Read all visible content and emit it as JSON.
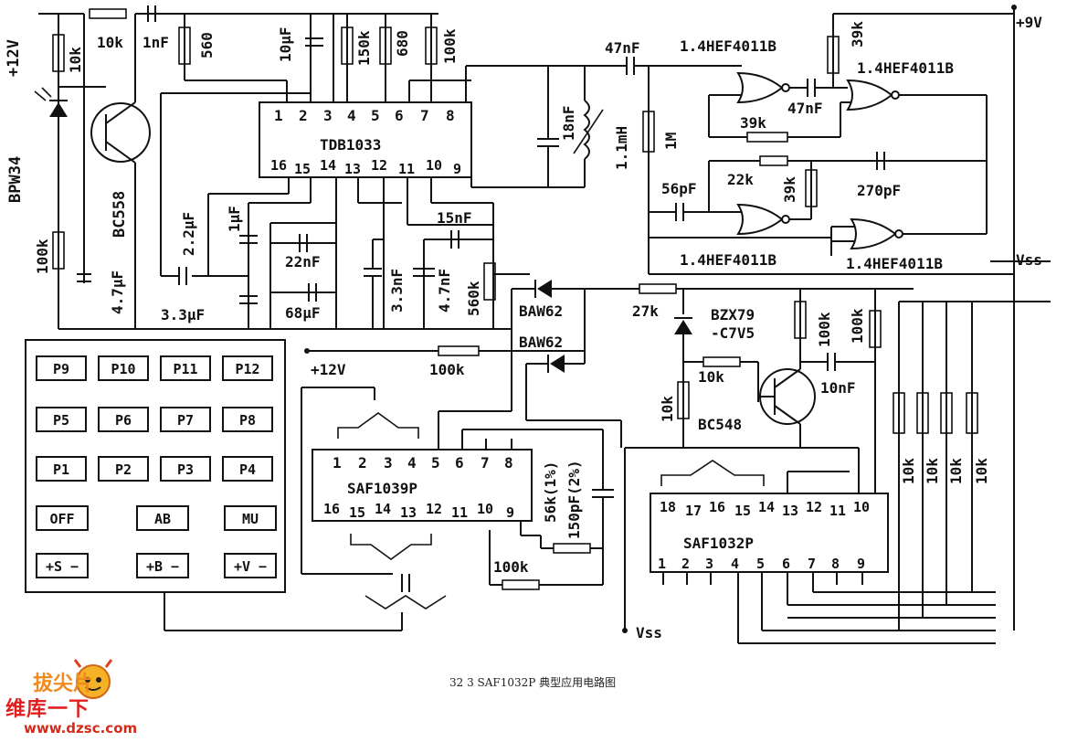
{
  "chips": {
    "tdb": "TDB1033",
    "saf1039": "SAF1039P",
    "saf1032": "SAF1032P",
    "hef": "1.4HEF4011B"
  },
  "transistors": {
    "bc558": "BC558",
    "bc548": "BC548",
    "bpw34": "BPW34"
  },
  "diodes": {
    "baw62": "BAW62",
    "bzx": "BZX79",
    "bzx2": "-C7V5"
  },
  "components": {
    "r10k": "10k",
    "r560": "560",
    "c1nF": "1nF",
    "c10uF": "10μF",
    "r150k": "150k",
    "r680": "680",
    "r100k": "100k",
    "c47nF": "47nF",
    "r1M": "1M",
    "l11mH": "1.1mH",
    "c18nF": "18nF",
    "c56pF": "56pF",
    "r22k": "22k",
    "r39k": "39k",
    "c270pF": "270pF",
    "c22nF": "22nF",
    "c68uF": "68μF",
    "c33nF": "3.3nF",
    "c47nF2": "4.7nF",
    "c15nF": "15nF",
    "r560k": "560k",
    "c22uF": "2.2μF",
    "c1uF": "1μF",
    "c33uF": "3.3μF",
    "c47uF": "4.7μF",
    "r27k": "27k",
    "c10nF": "10nF",
    "r56k": "56k(1%)",
    "c150pF": "150pF(2%)"
  },
  "rails": {
    "p12v": "+12V",
    "p9v": "+9V",
    "vss": "Vss"
  },
  "pins": {
    "top8": [
      "1",
      "2",
      "3",
      "4",
      "5",
      "6",
      "7",
      "8"
    ],
    "bot": [
      "16",
      "15",
      "14",
      "13",
      "12",
      "11",
      "10",
      "9"
    ],
    "s32top": [
      "18",
      "17",
      "16",
      "15",
      "14",
      "13",
      "12",
      "11",
      "10"
    ],
    "s32bot": [
      "1",
      "2",
      "3",
      "4",
      "5",
      "6",
      "7",
      "8",
      "9"
    ]
  },
  "keypad": {
    "rows": [
      [
        "P9",
        "P10",
        "P11",
        "P12"
      ],
      [
        "P5",
        "P6",
        "P7",
        "P8"
      ],
      [
        "P1",
        "P2",
        "P3",
        "P4"
      ],
      [
        "OFF",
        "AB",
        "MU"
      ],
      [
        "+S −",
        "+B −",
        "+V −"
      ]
    ]
  },
  "caption": "32  3   SAF1032P 典型应用电路图",
  "watermark": {
    "top": "拔尖片",
    "cn": "维库一下",
    "url": "www.dzsc.com"
  }
}
